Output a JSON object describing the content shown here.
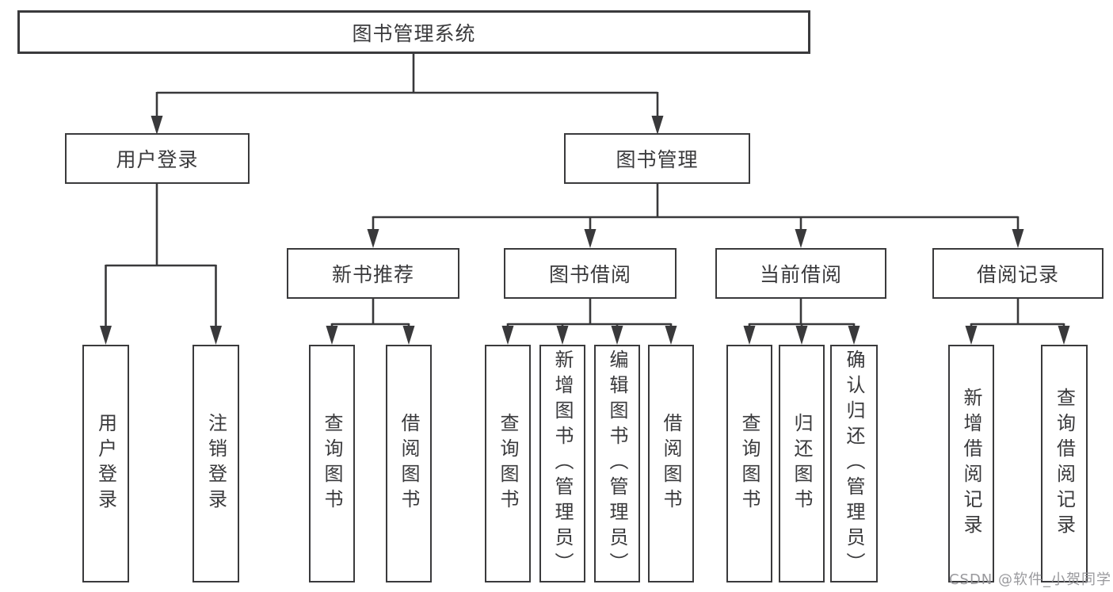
{
  "colors": {
    "background": "#ffffff",
    "line": "#39393b",
    "box_border": "#3a3a3c",
    "text": "#3a3a3c",
    "watermark": "#949498"
  },
  "watermark": "CSDN @软件_小贺同学",
  "nodes": {
    "root": "图书管理系统",
    "user_login": "用户登录",
    "book_mgmt": "图书管理",
    "new_book_rec": "新书推荐",
    "book_borrow": "图书借阅",
    "current_borrow": "当前借阅",
    "borrow_records": "借阅记录",
    "leaf_user_login": "用户登录",
    "leaf_logout": "注销登录",
    "rec_query_books": "查询图书",
    "rec_borrow_books": "借阅图书",
    "bb_query_books": "查询图书",
    "bb_add_books": "新增图书（管理员）",
    "bb_edit_books": "编辑图书（管理员）",
    "bb_borrow_books": "借阅图书",
    "cb_query_books": "查询图书",
    "cb_return_books": "归还图书",
    "cb_confirm_return": "确认归还（管理员）",
    "br_add_record": "新增借阅记录",
    "br_query_record": "查询借阅记录"
  }
}
